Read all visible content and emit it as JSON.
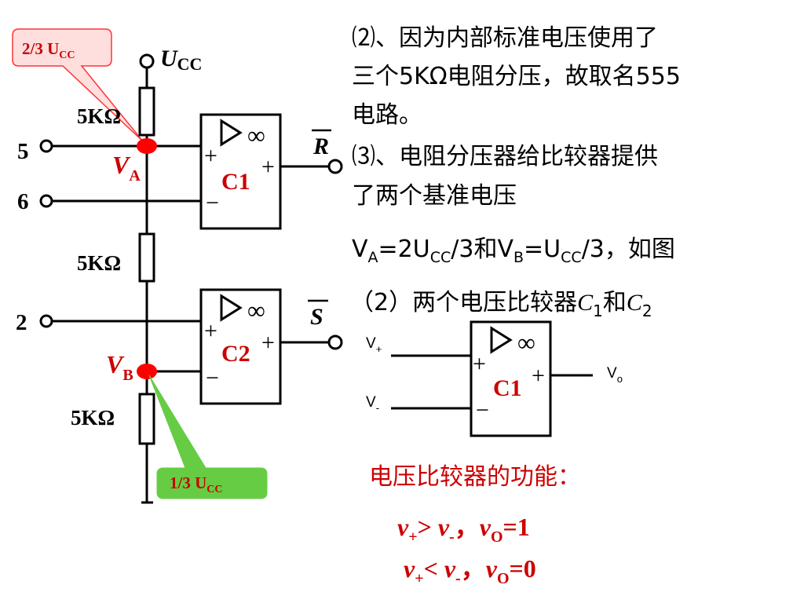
{
  "callouts": {
    "top": "2/3 U",
    "top_sub": "CC",
    "bottom": "1/3 U",
    "bottom_sub": "CC"
  },
  "circuit": {
    "ucc_main": "U",
    "ucc_sub": "CC",
    "resistor_label": "5K",
    "ohm_symbol": "Ω",
    "pin5": "5",
    "pin6": "6",
    "pin2": "2",
    "va_main": "V",
    "va_sub": "A",
    "vb_main": "V",
    "vb_sub": "B",
    "reset_label": "R",
    "set_label": "S",
    "comp1_label": "C1",
    "comp2_label": "C2",
    "plus_sign": "+",
    "minus_sign": "−",
    "output_plus": "+",
    "infinity": "∞"
  },
  "notes": {
    "item2_line1": "⑵、因为内部标准电压使用了",
    "item2_line2": "三个5KΩ电阻分压，故取名555",
    "item2_line3": "电路。",
    "item3_line1": "⑶、电阻分压器给比较器提供",
    "item3_line2": "了两个基准电压",
    "formula_va": "V",
    "formula_va_sub": "A",
    "formula_mid1": "=2U",
    "formula_cc1": "CC",
    "formula_mid2": "/3和V",
    "formula_vb_sub": "B",
    "formula_mid3": "=U",
    "formula_cc2": "CC",
    "formula_end": "/3，如图",
    "comparators_heading_prefix": "（2）两个电压比较器",
    "comparators_c": "C",
    "comparators_1": "1",
    "comparators_and": "和",
    "comparators_c2": "C",
    "comparators_2": "2"
  },
  "example": {
    "vplus_main": "V",
    "vplus_sub": "+",
    "vminus_main": "V",
    "vminus_sub": "-",
    "vo_main": "V",
    "vo_sub": "o",
    "comp_label": "C1"
  },
  "function": {
    "heading": "电压比较器的功能：",
    "rule1_a": "v",
    "rule1_a_sub": "+",
    "rule1_op": "> ",
    "rule1_b": "v",
    "rule1_b_sub": "-",
    "rule1_sep": "，",
    "rule1_c": "v",
    "rule1_c_sub": "O",
    "rule1_val": "=1",
    "rule2_a": "v",
    "rule2_a_sub": "+",
    "rule2_op": "< ",
    "rule2_b": "v",
    "rule2_b_sub": "-",
    "rule2_sep": "，",
    "rule2_c": "v",
    "rule2_c_sub": "O",
    "rule2_val": "=0"
  },
  "colors": {
    "red": "#cc0000",
    "callout_top_fill": "#ffdede",
    "callout_bottom_fill": "#66cc44",
    "node": "#ff0000"
  }
}
